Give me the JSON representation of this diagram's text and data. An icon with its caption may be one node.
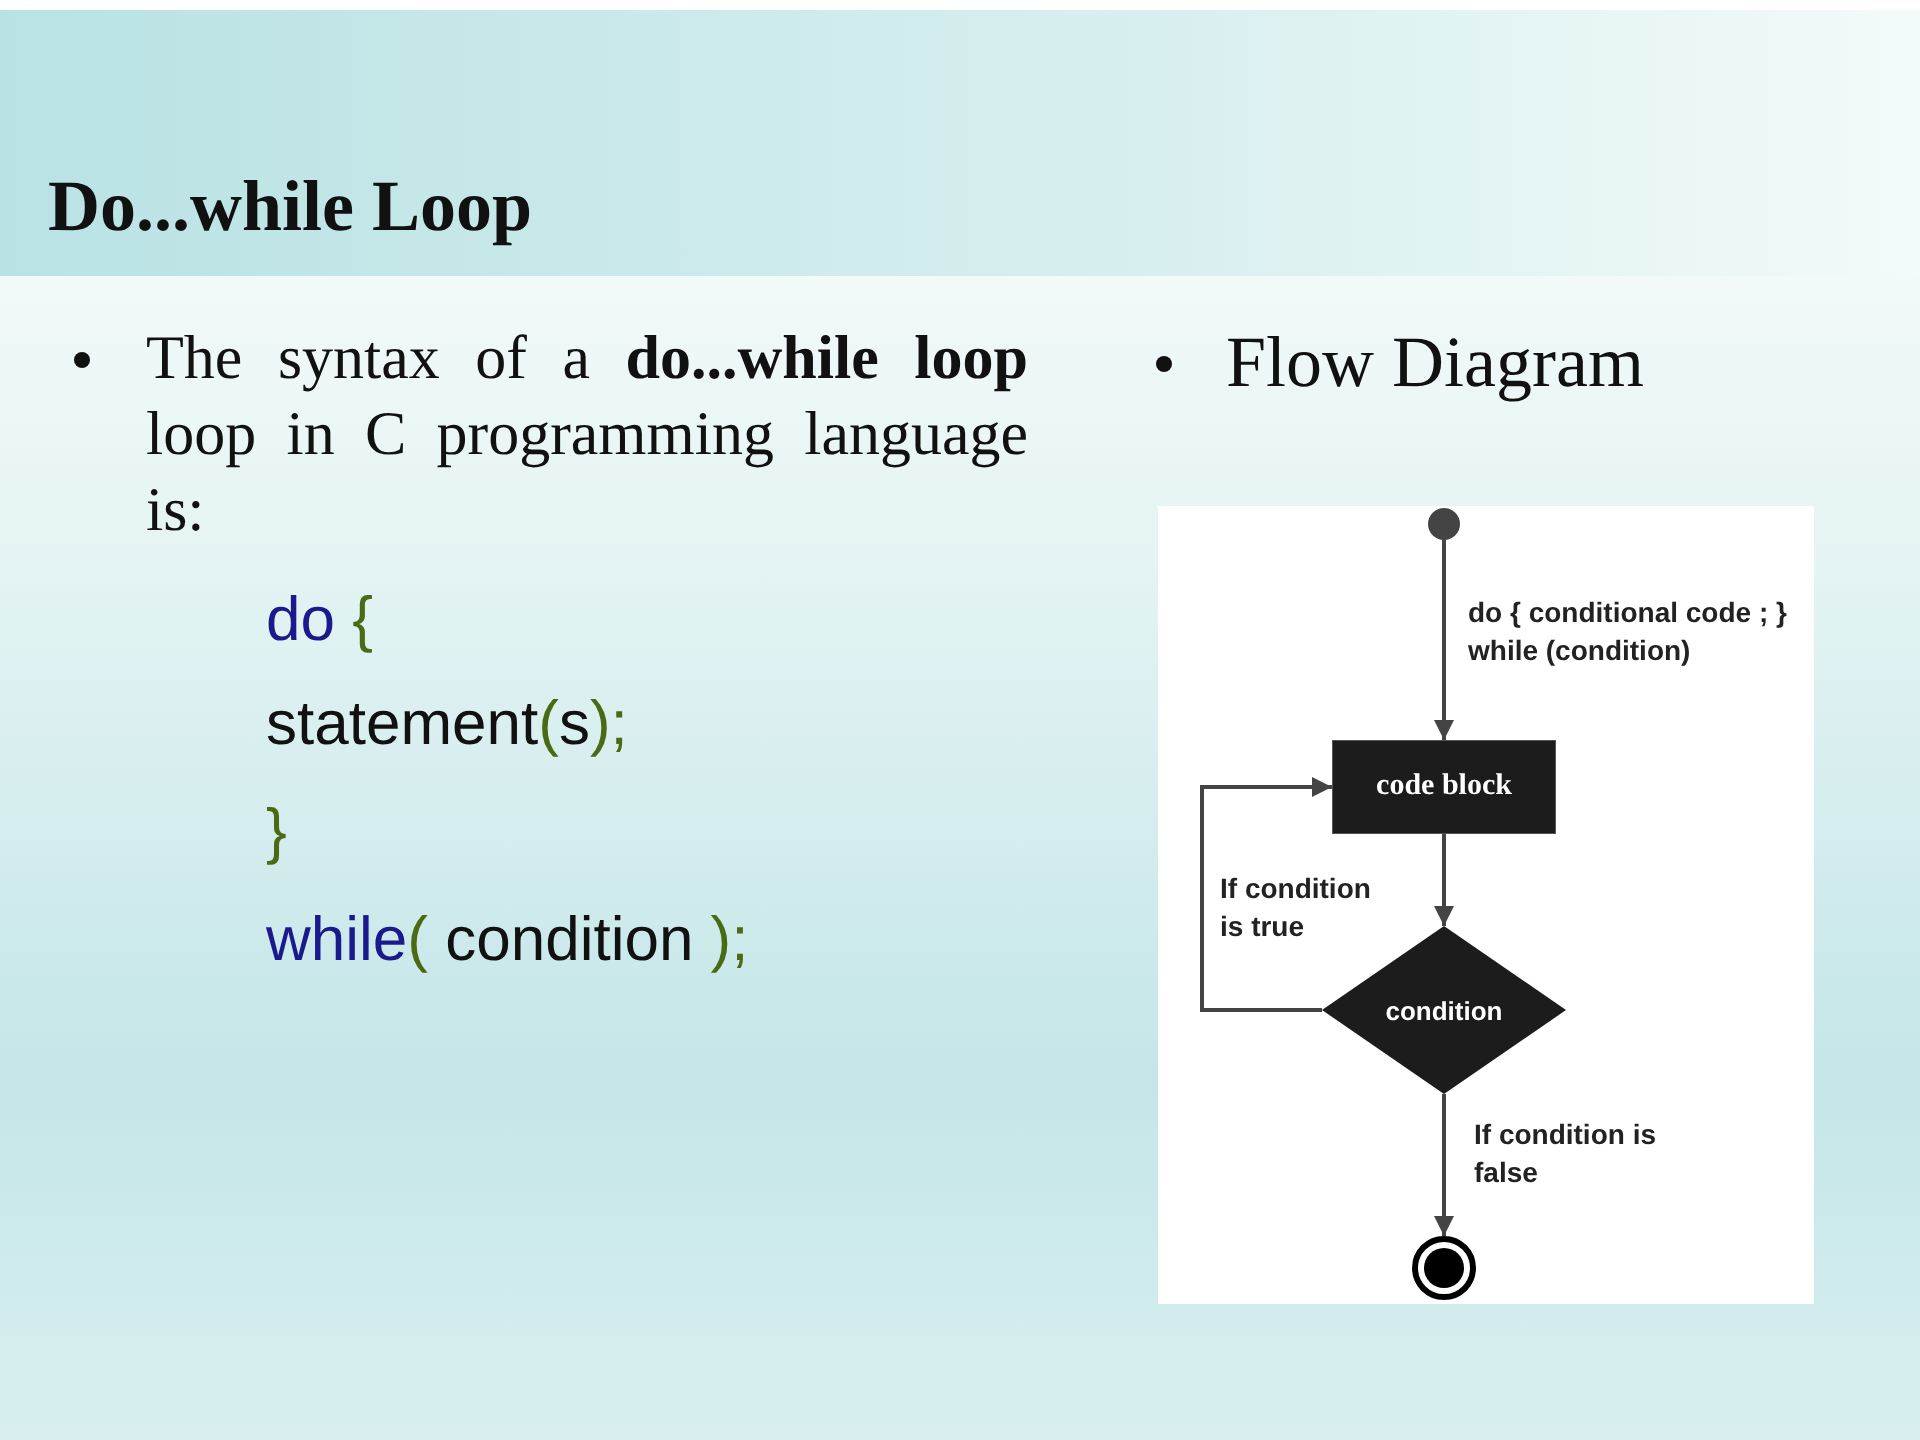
{
  "diagram": {
    "title": "Do...while Loop",
    "nodes": [
      {
        "text": [],
        "shape": "circle"
      },
      {
        "text": [
          "code block"
        ]
      },
      {
        "text": [
          "condition"
        ]
      },
      {
        "text": [],
        "shape": "circle"
      }
    ],
    "edges": [
      {
        "from": 0,
        "to": 1,
        "arrow": "to",
        "label": "do { conditional code ; } while (condition)"
      },
      {
        "from": 1,
        "to": 2,
        "arrow": "to"
      },
      {
        "from": 2,
        "to": 1,
        "arrow": "to",
        "label": "If condition is true"
      },
      {
        "from": 2,
        "to": 3,
        "arrow": "to",
        "label": "If condition is false"
      }
    ],
    "labels": [
      "The syntax of a **do...while loop** loop in C programming language is:",
      "do {",
      "statement(s);",
      "}",
      "while( condition );",
      "Flow Diagram"
    ]
  }
}
